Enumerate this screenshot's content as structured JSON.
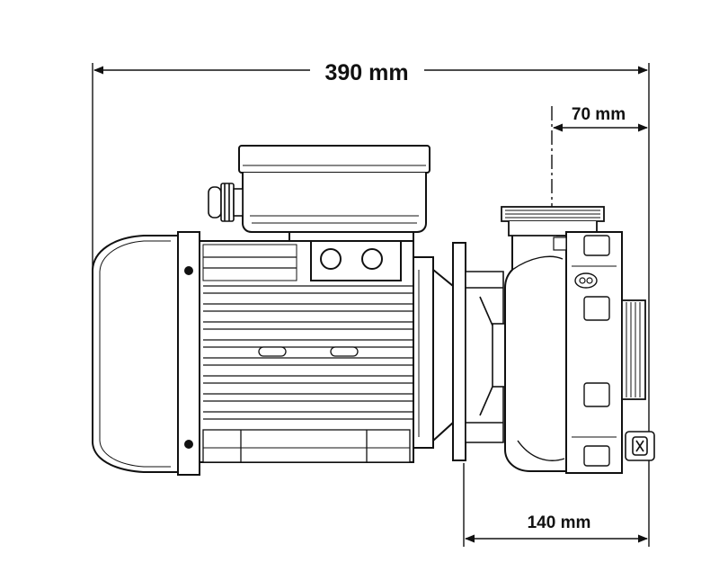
{
  "dimensions": {
    "overall_length": "390 mm",
    "outlet_offset": "70 mm",
    "pump_head_length": "140 mm"
  },
  "colors": {
    "line": "#111111",
    "background": "#ffffff"
  }
}
